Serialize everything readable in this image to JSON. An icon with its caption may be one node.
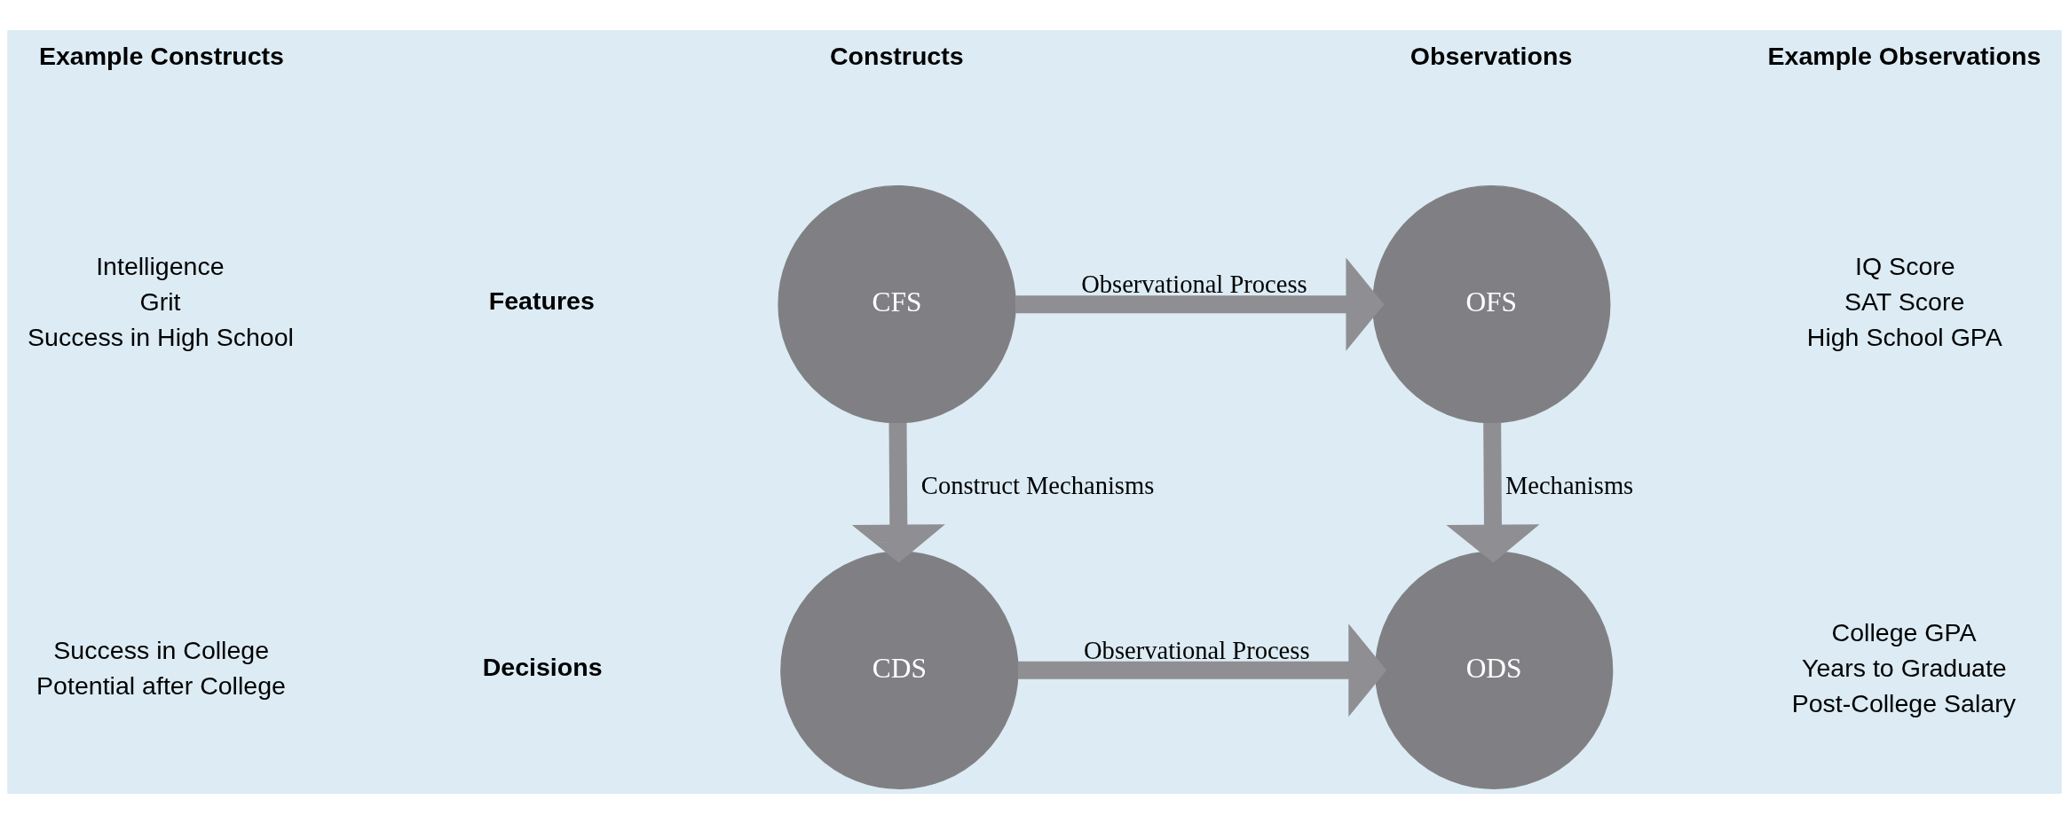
{
  "diagram": {
    "nodes": [
      {
        "text": [
          "CFS"
        ]
      },
      {
        "text": [
          "OFS"
        ]
      },
      {
        "text": [
          "CDS"
        ]
      },
      {
        "text": [
          "ODS"
        ]
      }
    ],
    "edges": [
      {
        "from": 0,
        "to": 1,
        "arrow": "to",
        "label": "Observational Process"
      },
      {
        "from": 0,
        "to": 2,
        "arrow": "to",
        "label": "Construct Mechanisms"
      },
      {
        "from": 1,
        "to": 3,
        "arrow": "to",
        "label": "Mechanisms"
      },
      {
        "from": 2,
        "to": 3,
        "arrow": "to",
        "label": "Observational Process"
      }
    ],
    "labels": [
      "Constructs",
      "Observations",
      "Example Constructs",
      "Example Observations",
      "Intelligence",
      "Grit",
      "Success in High School",
      "Features",
      "IQ Score",
      "SAT Score",
      "High School GPA",
      "Success in College",
      "Potential after College",
      "Decisions",
      "College GPA",
      "Years to Graduate",
      "Post-College Salary"
    ]
  }
}
